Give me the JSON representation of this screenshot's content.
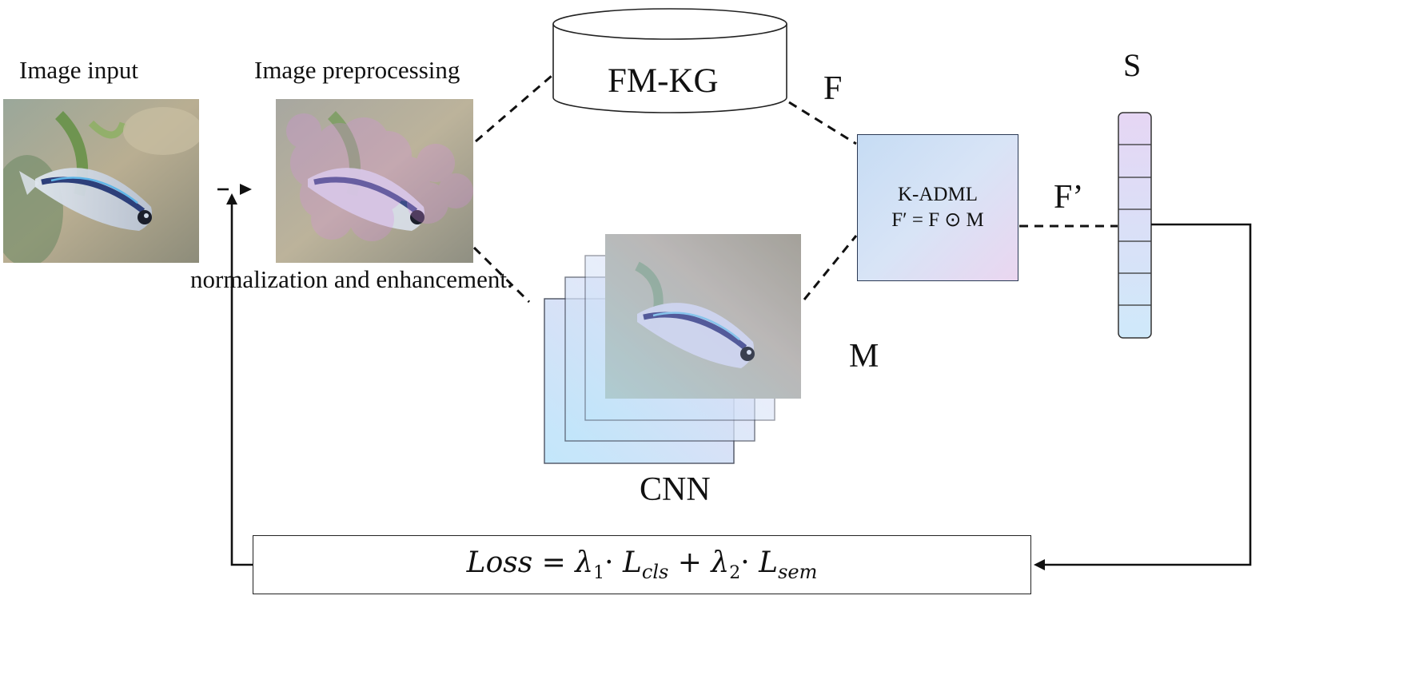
{
  "labels": {
    "image_input": "Image input",
    "image_preprocessing": "Image preprocessing",
    "fmkg": "FM-KG",
    "f": "F",
    "f_prime": "F’",
    "s": "S",
    "m": "M",
    "cnn": "CNN",
    "norm_caption": "normalization and enhancement."
  },
  "kadml": {
    "title": "K-ADML",
    "formula": "F′ = F ⊙   M"
  },
  "loss": {
    "formula": "Loss = λ₁· L_cls + λ₂· L_sem",
    "lhs": "Loss",
    "eq": "=",
    "lambda1": "λ",
    "sub1": "1",
    "dot": "·",
    "L": "L",
    "cls": "cls",
    "plus": "+",
    "lambda2": "λ",
    "sub2": "2",
    "sem": "sem"
  },
  "colors": {
    "line": "#111111",
    "box_border": "#2b3a55",
    "gradient_blue": "#c6e6fa",
    "gradient_purple": "#e8d4f2"
  }
}
